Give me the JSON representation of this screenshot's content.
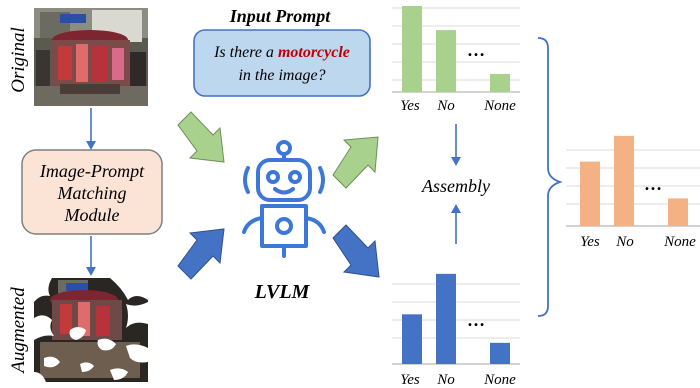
{
  "labels": {
    "original": "Original",
    "augmented": "Augmented",
    "input_prompt_title": "Input Prompt",
    "matching_module": [
      "Image-Prompt",
      "Matching",
      "Module"
    ],
    "model": "LVLM",
    "assembly": "Assembly"
  },
  "prompt": {
    "line1_before": "Is there a ",
    "keyword": "motorcycle",
    "line2": "in the image?"
  },
  "colors": {
    "green": "#a9d18e",
    "blue": "#4472c4",
    "orange": "#f4b183",
    "robot": "#3c78d8",
    "prompt_box_fill": "#bdd7ee",
    "prompt_box_stroke": "#4472c4",
    "module_fill": "#fbe3d6",
    "module_stroke": "#7f7f7f",
    "keyword": "#c00000"
  },
  "chart_data": [
    {
      "type": "bar",
      "name": "original-distribution",
      "categories": [
        "Yes",
        "No",
        "None"
      ],
      "values": [
        1.0,
        0.72,
        0.21
      ],
      "ellipsis": "…"
    },
    {
      "type": "bar",
      "name": "augmented-distribution",
      "categories": [
        "Yes",
        "No",
        "None"
      ],
      "values": [
        0.54,
        0.98,
        0.23
      ],
      "ellipsis": "…"
    },
    {
      "type": "bar",
      "name": "assembled-distribution",
      "categories": [
        "Yes",
        "No",
        "None"
      ],
      "values": [
        0.7,
        0.98,
        0.3
      ],
      "ellipsis": "…"
    }
  ]
}
